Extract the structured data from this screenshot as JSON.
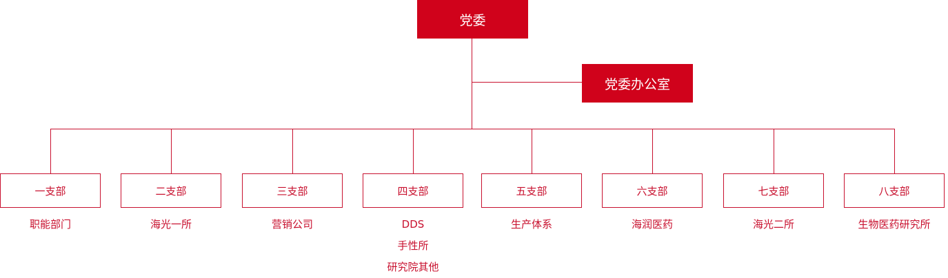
{
  "colors": {
    "accent": "#d0021b",
    "line": "#c8102e",
    "text": "#c8102e",
    "background": "#ffffff"
  },
  "root": {
    "label": "党委"
  },
  "office": {
    "label": "党委办公室"
  },
  "branches": [
    {
      "label": "一支部",
      "notes": [
        "职能部门"
      ]
    },
    {
      "label": "二支部",
      "notes": [
        "海光一所"
      ]
    },
    {
      "label": "三支部",
      "notes": [
        "营销公司"
      ]
    },
    {
      "label": "四支部",
      "notes": [
        "DDS",
        "手性所",
        "研究院其他"
      ]
    },
    {
      "label": "五支部",
      "notes": [
        "生产体系"
      ]
    },
    {
      "label": "六支部",
      "notes": [
        "海润医药"
      ]
    },
    {
      "label": "七支部",
      "notes": [
        "海光二所"
      ]
    },
    {
      "label": "八支部",
      "notes": [
        "生物医药研究所"
      ]
    }
  ]
}
